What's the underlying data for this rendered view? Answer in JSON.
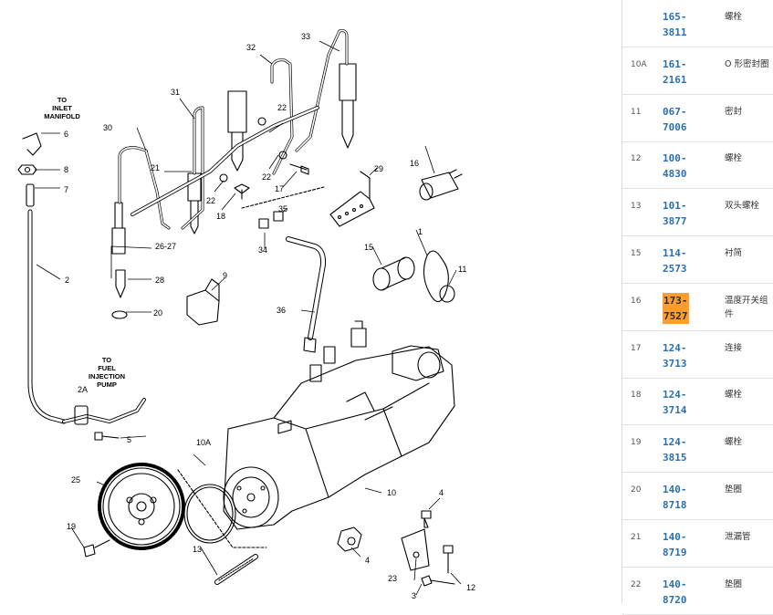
{
  "diagram": {
    "callouts": [
      "1",
      "2",
      "2A",
      "3",
      "4",
      "4",
      "5",
      "6",
      "7",
      "8",
      "9",
      "10",
      "10A",
      "11",
      "12",
      "13",
      "15",
      "16",
      "17",
      "18",
      "19",
      "20",
      "21",
      "22",
      "22",
      "22",
      "23",
      "25",
      "26-27",
      "28",
      "29",
      "30",
      "31",
      "32",
      "33",
      "34",
      "35",
      "36"
    ],
    "notes": {
      "inlet": [
        "TO",
        "INLET",
        "MANIFOLD"
      ],
      "pump": [
        "TO",
        "FUEL",
        "INJECTION",
        "PUMP"
      ]
    }
  },
  "parts": [
    {
      "index": "",
      "part_number": [
        "165-",
        "3811"
      ],
      "description": "螺栓",
      "highlighted": false
    },
    {
      "index": "10A",
      "part_number": [
        "161-",
        "2161"
      ],
      "description": "O 形密封圈",
      "highlighted": false
    },
    {
      "index": "11",
      "part_number": [
        "067-",
        "7006"
      ],
      "description": "密封",
      "highlighted": false
    },
    {
      "index": "12",
      "part_number": [
        "100-",
        "4830"
      ],
      "description": "螺栓",
      "highlighted": false
    },
    {
      "index": "13",
      "part_number": [
        "101-",
        "3877"
      ],
      "description": "双头螺栓",
      "highlighted": false
    },
    {
      "index": "15",
      "part_number": [
        "114-",
        "2573"
      ],
      "description": "衬简",
      "highlighted": false
    },
    {
      "index": "16",
      "part_number": [
        "173-",
        "7527"
      ],
      "description": "温度开关组件",
      "highlighted": true
    },
    {
      "index": "17",
      "part_number": [
        "124-",
        "3713"
      ],
      "description": "连接",
      "highlighted": false
    },
    {
      "index": "18",
      "part_number": [
        "124-",
        "3714"
      ],
      "description": "螺栓",
      "highlighted": false
    },
    {
      "index": "19",
      "part_number": [
        "124-",
        "3815"
      ],
      "description": "螺栓",
      "highlighted": false
    },
    {
      "index": "20",
      "part_number": [
        "140-",
        "8718"
      ],
      "description": "垫圈",
      "highlighted": false
    },
    {
      "index": "21",
      "part_number": [
        "140-",
        "8719"
      ],
      "description": "泄漏管",
      "highlighted": false
    },
    {
      "index": "22",
      "part_number": [
        "140-",
        "8720"
      ],
      "description": "垫圈",
      "highlighted": false
    }
  ]
}
